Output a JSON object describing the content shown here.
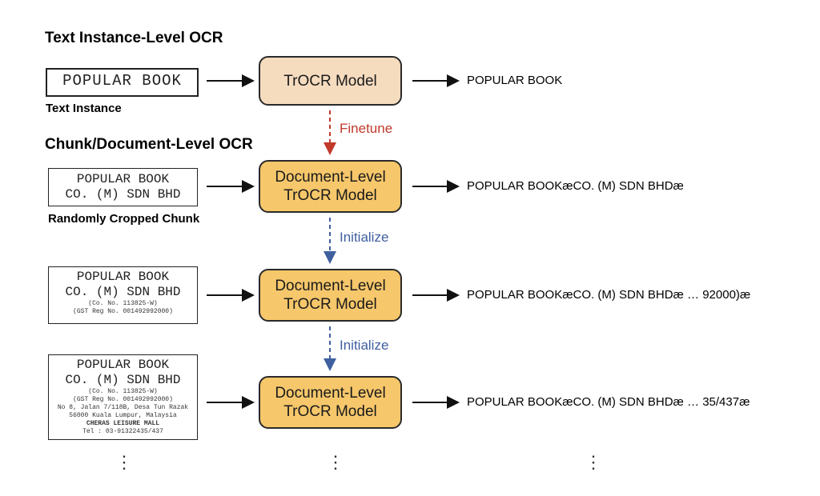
{
  "sections": {
    "instance_title": "Text Instance-Level OCR",
    "document_title": "Chunk/Document-Level OCR"
  },
  "inputs": {
    "instance": {
      "line1": "POPULAR BOOK",
      "caption": "Text Instance"
    },
    "chunk": {
      "line1": "POPULAR BOOK",
      "line2": "CO. (M) SDN BHD",
      "caption": "Randomly Cropped Chunk"
    },
    "doc_mid": {
      "line1": "POPULAR BOOK",
      "line2": "CO. (M) SDN BHD",
      "line3": "(Co. No. 113825-W)",
      "line4": "(GST Reg No. 001492992000)"
    },
    "doc_full": {
      "line1": "POPULAR BOOK",
      "line2": "CO. (M) SDN BHD",
      "line3": "(Co. No. 113825-W)",
      "line4": "(GST Reg No. 001492992000)",
      "line5": "No 8, Jalan 7/118B, Desa Tun Razak",
      "line6": "56000 Kuala Lumpur, Malaysia",
      "line7": "CHERAS LEISURE MALL",
      "line8": "Tel : 03-91322435/437"
    }
  },
  "models": {
    "trocr": "TrOCR Model",
    "doc_line1": "Document-Level",
    "doc_line2": "TrOCR Model"
  },
  "edges": {
    "finetune": "Finetune",
    "initialize": "Initialize"
  },
  "outputs": {
    "instance": "POPULAR BOOK",
    "chunk": "POPULAR BOOKæCO. (M) SDN BHDæ",
    "doc_mid": "POPULAR BOOKæCO. (M) SDN BHDæ … 92000)æ",
    "doc_full": "POPULAR BOOKæCO. (M) SDN BHDæ … 35/437æ"
  },
  "ellipsis": "⋮",
  "colors": {
    "model_light": "#f6dcbf",
    "model_doc": "#f6c76b",
    "finetune": "#c0392b",
    "initialize": "#3f5f9f",
    "arrow": "#111111"
  }
}
